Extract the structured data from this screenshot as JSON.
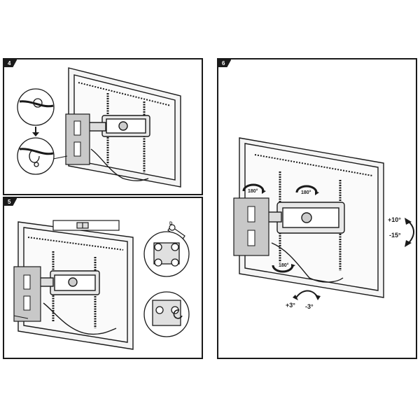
{
  "steps": {
    "step4": {
      "number": "4"
    },
    "step5": {
      "number": "5"
    },
    "step6": {
      "number": "6",
      "swivel_label": "180°",
      "tilt_up": "+10°",
      "tilt_down": "-15°",
      "level_left": "+3°",
      "level_right": "-3°"
    }
  },
  "colors": {
    "line": "#1a1a1a",
    "tv_face": "#f4f4f4",
    "monitor_gray": "#c8c8c8"
  },
  "icons": [
    "cable-clip-icon",
    "arrow-down-icon",
    "level-tool-icon",
    "wrench-icon",
    "rotation-arrow-icon"
  ]
}
